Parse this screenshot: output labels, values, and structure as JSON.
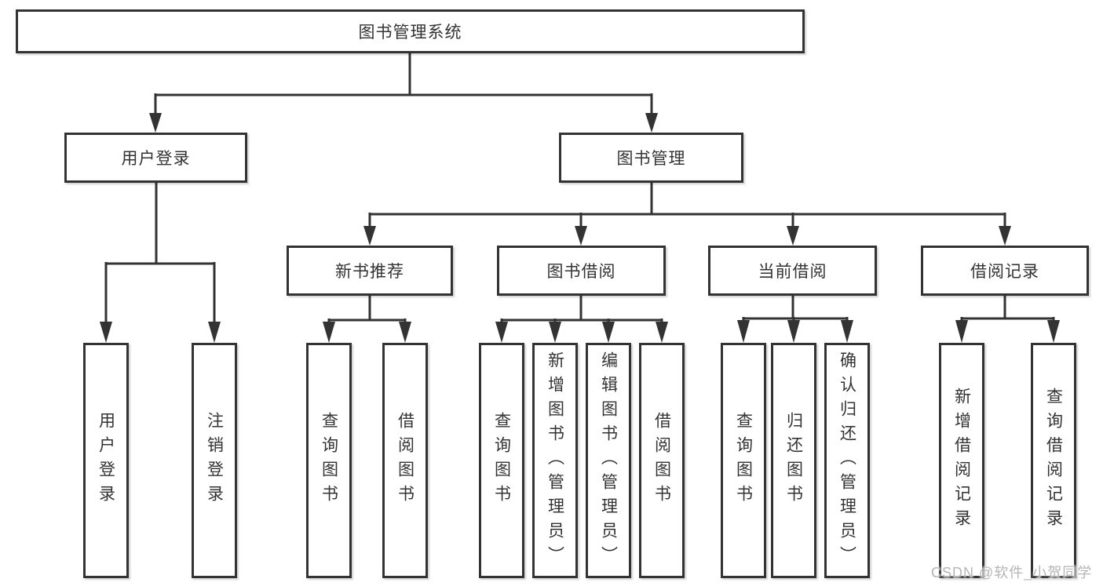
{
  "tree": {
    "root": {
      "label": "图书管理系统"
    },
    "level2": [
      {
        "label": "用户登录"
      },
      {
        "label": "图书管理"
      }
    ],
    "level3": [
      {
        "label": "新书推荐",
        "parent": "图书管理"
      },
      {
        "label": "图书借阅",
        "parent": "图书管理"
      },
      {
        "label": "当前借阅",
        "parent": "图书管理"
      },
      {
        "label": "借阅记录",
        "parent": "图书管理"
      }
    ],
    "leaves": [
      {
        "label": "用户登录",
        "parent": "用户登录"
      },
      {
        "label": "注销登录",
        "parent": "用户登录"
      },
      {
        "label": "查询图书",
        "parent": "新书推荐"
      },
      {
        "label": "借阅图书",
        "parent": "新书推荐"
      },
      {
        "label": "查询图书",
        "parent": "图书借阅"
      },
      {
        "label": "新增图书（管理员）",
        "parent": "图书借阅"
      },
      {
        "label": "编辑图书（管理员）",
        "parent": "图书借阅"
      },
      {
        "label": "借阅图书",
        "parent": "图书借阅"
      },
      {
        "label": "查询图书",
        "parent": "当前借阅"
      },
      {
        "label": "归还图书",
        "parent": "当前借阅"
      },
      {
        "label": "确认归还（管理员）",
        "parent": "当前借阅"
      },
      {
        "label": "新增借阅记录",
        "parent": "借阅记录"
      },
      {
        "label": "查询借阅记录",
        "parent": "借阅记录"
      }
    ]
  },
  "watermark": "CSDN @软件_小贺同学",
  "colors": {
    "line": "#333333",
    "text": "#333333",
    "box_fill": "#ffffff",
    "watermark": "#b5b5b5",
    "background": "#ffffff"
  }
}
